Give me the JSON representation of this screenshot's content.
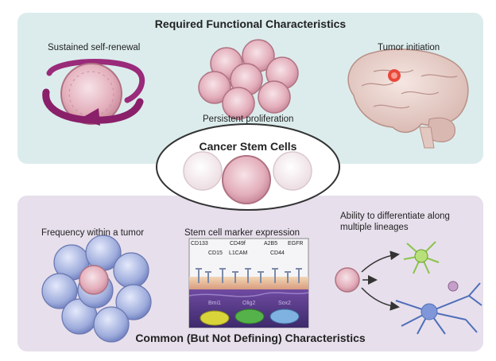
{
  "top_panel": {
    "title": "Required Functional Characteristics",
    "items": [
      {
        "label": "Sustained self-renewal"
      },
      {
        "label": "Persistent proliferation"
      },
      {
        "label": "Tumor initiation"
      }
    ]
  },
  "center": {
    "title": "Cancer Stem Cells"
  },
  "bottom_panel": {
    "title": "Common (But Not Defining) Characteristics",
    "items": [
      {
        "label": "Frequency within a tumor"
      },
      {
        "label": "Stem cell marker expression"
      },
      {
        "label_line1": "Ability to differentiate along",
        "label_line2": "multiple lineages"
      }
    ]
  },
  "markers": {
    "top_row": [
      "CD133",
      "CD49f",
      "A2B5",
      "EGFR"
    ],
    "second_row": [
      "CD15",
      "L1CAM",
      "CD44"
    ],
    "nuclear": [
      "Bmi1",
      "Olig2",
      "Sox2"
    ]
  },
  "colors": {
    "top_panel_bg": "#dcecec",
    "bottom_panel_bg": "#e7dfec",
    "cell_pink": "#e7b9c4",
    "arrow_purple": "#8a1f6a",
    "blue_cells": "#a9b6e0",
    "tumor_red": "#e8473a"
  }
}
